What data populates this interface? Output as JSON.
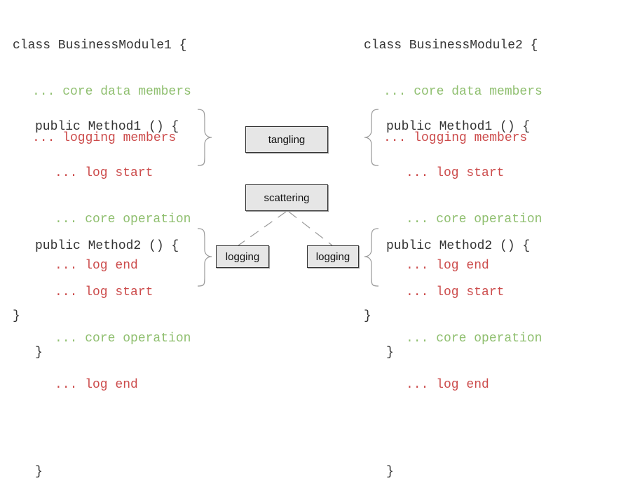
{
  "modules": [
    {
      "class_header": "class BusinessModule1 {",
      "core_members": "... core data members",
      "logging_members": "... logging members",
      "methods": [
        {
          "signature": "public Method1 () {",
          "log_start": "... log start",
          "core_op": "... core operation",
          "log_end": "... log end",
          "close": "}"
        },
        {
          "signature": "public Method2 () {",
          "log_start": "... log start",
          "core_op": "... core operation",
          "log_end": "... log end",
          "close": "}"
        }
      ],
      "class_close": "}"
    },
    {
      "class_header": "class BusinessModule2 {",
      "core_members": "... core data members",
      "logging_members": "... logging members",
      "methods": [
        {
          "signature": "public Method1 () {",
          "log_start": "... log start",
          "core_op": "... core operation",
          "log_end": "... log end",
          "close": "}"
        },
        {
          "signature": "public Method2 () {",
          "log_start": "... log start",
          "core_op": "... core operation",
          "log_end": "... log end",
          "close": "}"
        }
      ],
      "class_close": "}"
    }
  ],
  "labels": {
    "tangling": "tangling",
    "scattering": "scattering",
    "logging_left": "logging",
    "logging_right": "logging"
  },
  "colors": {
    "core": "#8fbf6f",
    "logging": "#cc4b4b",
    "text": "#333333",
    "box_fill": "#e6e6e6"
  }
}
